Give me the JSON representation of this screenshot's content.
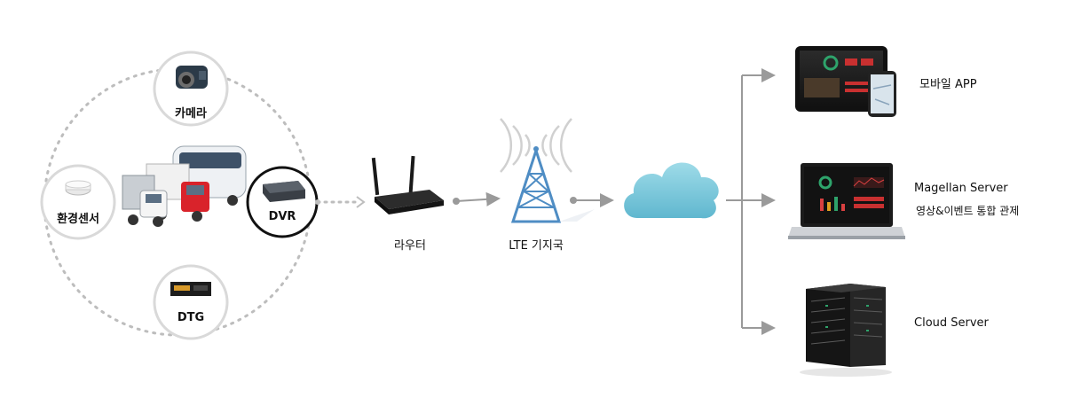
{
  "nodes": {
    "camera": "카메라",
    "env_sensor": "환경센서",
    "dtg": "DTG",
    "dvr": "DVR",
    "router": "라우터",
    "lte": "LTE 기지국"
  },
  "outputs": {
    "mobile": "모바일 APP",
    "magellan_title": "Magellan Server",
    "magellan_sub": "영상&이벤트 통합 관제",
    "cloud_server": "Cloud Server"
  },
  "colors": {
    "dotted": "#b9b9b9",
    "arrow": "#9a9a9a",
    "dvr_ring": "#111111",
    "cloud": "#8fd3e3",
    "tower": "#4f8dc4"
  }
}
